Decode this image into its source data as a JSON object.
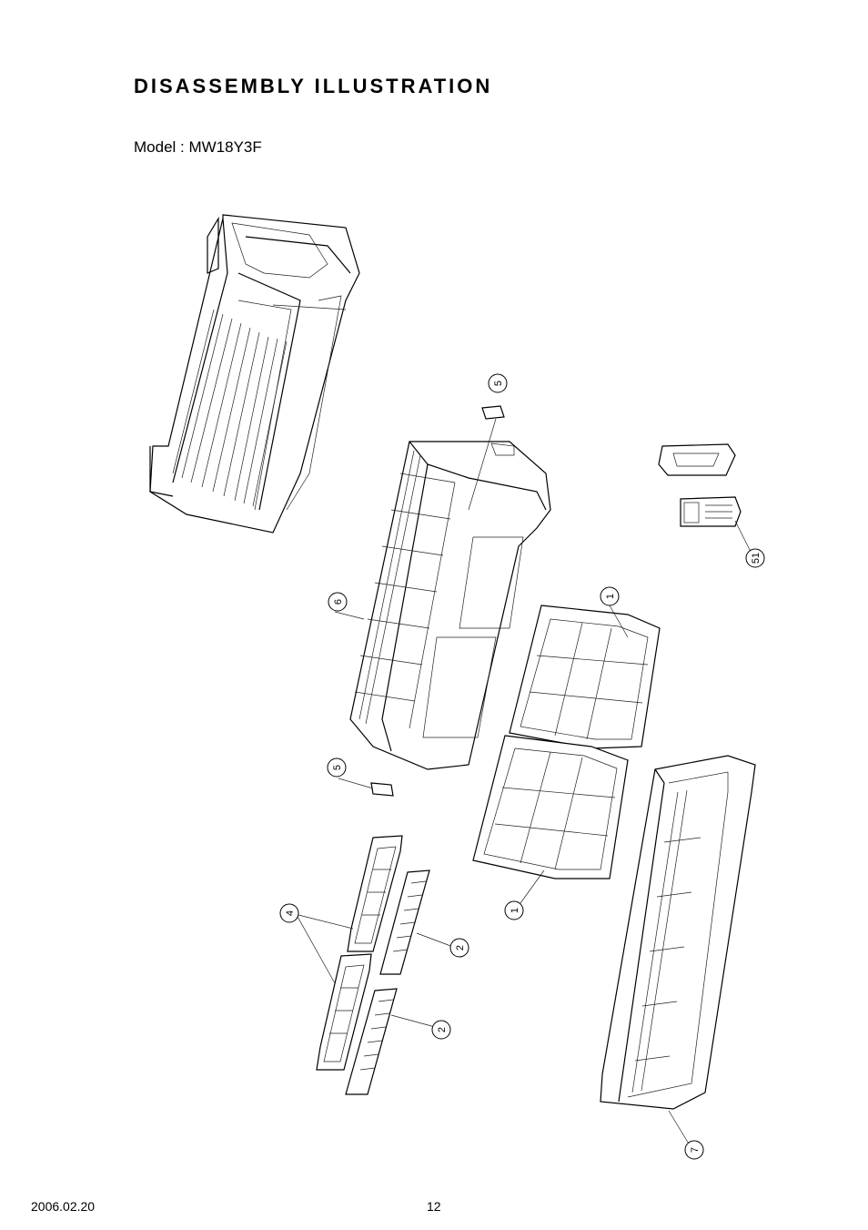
{
  "header": {
    "title": "DISASSEMBLY ILLUSTRATION",
    "model": "Model : MW18Y3F"
  },
  "callouts": {
    "c5_top": "5",
    "c51": "51",
    "c6": "6",
    "c1_top": "1",
    "c5_bottom": "5",
    "c1_bottom": "1",
    "c4": "4",
    "c2_top": "2",
    "c2_bottom": "2",
    "c7": "7"
  },
  "footer": {
    "date": "2006.02.20",
    "page": "12"
  }
}
